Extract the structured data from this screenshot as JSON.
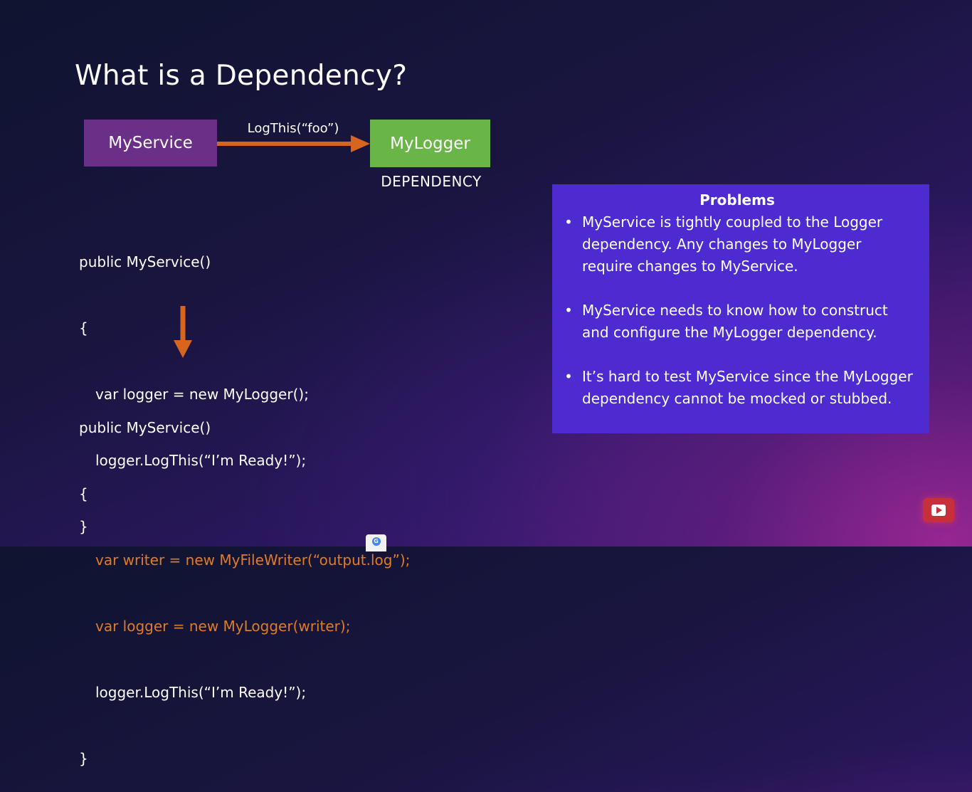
{
  "slide": {
    "title": "What is a Dependency?"
  },
  "diagram": {
    "service_box": "MyService",
    "call_label": "LogThis(“foo”)",
    "logger_box": "MyLogger",
    "dependency_label": "DEPENDENCY",
    "colors": {
      "service_box": "#6a2f86",
      "logger_box": "#6ab547",
      "arrow": "#d8651f"
    }
  },
  "code_before": [
    "public MyService()",
    "{",
    "var logger = new MyLogger();",
    "logger.LogThis(“I’m Ready!”);",
    "}"
  ],
  "code_after": [
    "public MyService()",
    "{",
    "var writer = new MyFileWriter(“output.log”);",
    "var logger = new MyLogger(writer);",
    "logger.LogThis(“I’m Ready!”);",
    "}"
  ],
  "code_highlight_color": "#e07b2a",
  "problems": {
    "title": "Problems",
    "bullet": "•",
    "items": [
      "MyService is tightly coupled to the Logger dependency. Any changes to MyLogger require changes to MyService.",
      "MyService needs to know how to construct and configure the MyLogger dependency.",
      "It’s hard to test MyService since the MyLogger dependency cannot be mocked or stubbed."
    ],
    "background": "#4d2bd0"
  },
  "icons": {
    "corner": "video-logo-icon",
    "taskbar": "translate-icon"
  }
}
